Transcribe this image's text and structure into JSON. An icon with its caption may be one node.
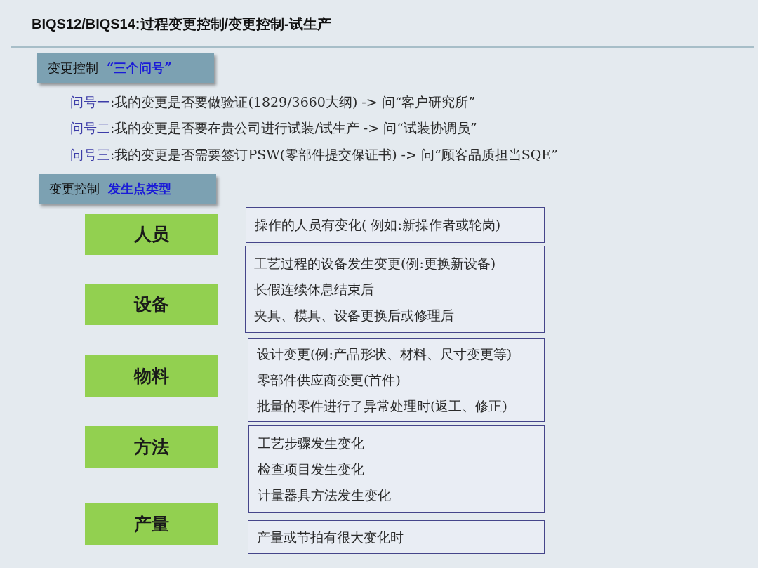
{
  "diagram": {
    "title": "BIQS12/BIQS14:过程变更控制/变更控制-试生产",
    "nodes": [
      {
        "text": [
          "变更控制",
          "“三个问号”"
        ]
      },
      {
        "text": [
          "变更控制",
          "发生点类型"
        ]
      },
      {
        "text": [
          "人员"
        ]
      },
      {
        "text": [
          "操作的人员有变化( 例如:新操作者或轮岗)"
        ]
      },
      {
        "text": [
          "设备"
        ]
      },
      {
        "text": [
          "工艺过程的设备发生变更(例:更换新设备)",
          "长假连续休息结束后",
          "夹具、模具、设备更换后或修理后"
        ]
      },
      {
        "text": [
          "物料"
        ]
      },
      {
        "text": [
          "设计变更(例:产品形状、材料、尺寸变更等)",
          "零部件供应商变更(首件)",
          "批量的零件进行了异常处理时(返工、修正)"
        ]
      },
      {
        "text": [
          "方法"
        ]
      },
      {
        "text": [
          "工艺步骤发生变化",
          "检查项目发生变化",
          "计量器具方法发生变化"
        ]
      },
      {
        "text": [
          "产量"
        ]
      },
      {
        "text": [
          "产量或节拍有很大变化时"
        ]
      }
    ],
    "labels": [
      "问号一",
      ":我的变更是否要做验证(1829/3660大纲) -> 问“客户研究所”",
      "问号二",
      ":我的变更是否要在贵公司进行试装/试生产 -> 问“试装协调员”",
      "问号三",
      ":我的变更是否需要签订PSW(零部件提交保证书) -> 问“顾客品质担当SQE”"
    ]
  }
}
